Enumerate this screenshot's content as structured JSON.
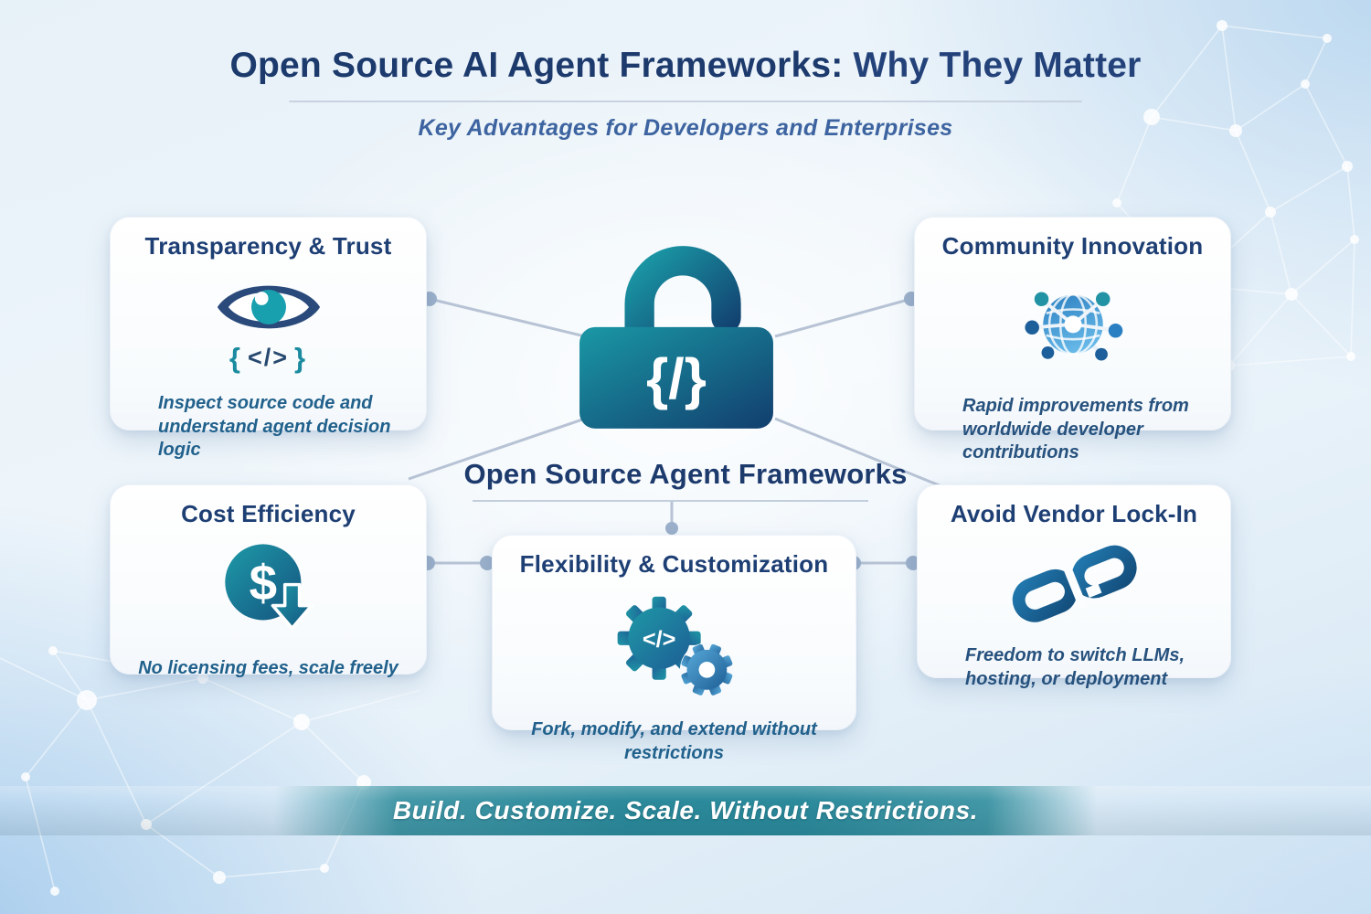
{
  "header": {
    "title_strong": "Open Source AI Agent Frameworks:",
    "title_light": " Why They Matter",
    "subtitle": "Key Advantages for Developers and Enterprises"
  },
  "center": {
    "label": "Open Source Agent Frameworks",
    "lock_code": "{/}"
  },
  "cards": {
    "transparency": {
      "title": "Transparency & Trust",
      "code_open": "{",
      "code_tag": "</>",
      "code_close": "}",
      "description": "Inspect source code and understand agent decision logic"
    },
    "community": {
      "title": "Community Innovation",
      "description": "Rapid improvements from worldwide developer contributions"
    },
    "cost": {
      "title": "Cost Efficiency",
      "currency": "$",
      "description": "No licensing fees, scale freely"
    },
    "vendor": {
      "title": "Avoid Vendor Lock-In",
      "description": "Freedom to switch LLMs, hosting, or deployment"
    },
    "flexibility": {
      "title": "Flexibility & Customization",
      "gear_code": "</>",
      "description": "Fork, modify, and extend without restrictions"
    }
  },
  "banner": {
    "text": "Build. Customize. Scale. Without Restrictions."
  },
  "colors": {
    "navy": "#1d3a6d",
    "teal": "#1b8ba0",
    "description_blue": "#21618c",
    "banner_teal": "#2b8a9b",
    "lock_gradient_start": "#1a98a5",
    "lock_gradient_end": "#123e6e",
    "connector": "#b7c3d5"
  }
}
